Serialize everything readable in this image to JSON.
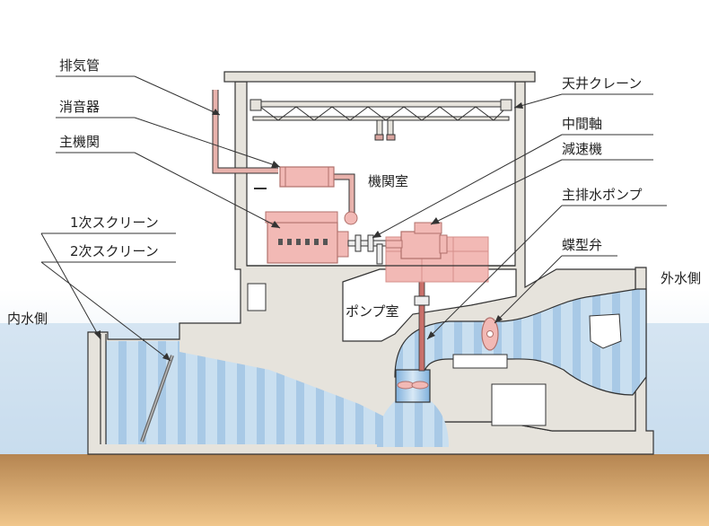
{
  "labels": {
    "exhaust_pipe": "排気管",
    "silencer": "消音器",
    "main_engine": "主機関",
    "primary_screen": "1次スクリーン",
    "secondary_screen": "2次スクリーン",
    "ceiling_crane": "天井クレーン",
    "intermediate_shaft": "中間軸",
    "reducer": "減速機",
    "main_pump": "主排水ポンプ",
    "butterfly_valve": "蝶型弁",
    "engine_room": "機関室",
    "pump_room": "ポンプ室",
    "inner_side": "内水側",
    "outer_side": "外水側"
  },
  "colors": {
    "structure": "#e4e1d9",
    "outline": "#333333",
    "machinery": "#f2b9b5",
    "machinery_dark": "#d58f8a",
    "water": "#c3dbee",
    "water_stripe": "#9fc3e4",
    "ground_top": "#b58551",
    "ground_bottom": "#f0c68b",
    "sky_top": "#ffffff",
    "sky_bottom": "#c9dded"
  }
}
